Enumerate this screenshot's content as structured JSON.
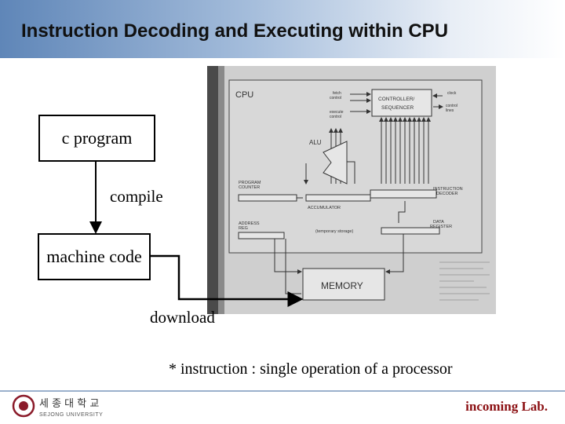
{
  "title": "Instruction Decoding and Executing within CPU",
  "flow": {
    "box1": "c program",
    "step1": "compile",
    "box2": "machine code",
    "step2": "download"
  },
  "cpu_figure": {
    "cpu": "CPU",
    "fetch_control": "fetch\ncontrol",
    "execute_control": "execute\ncontrol",
    "clock": "clock",
    "control_lines": "control\nlines",
    "controller_sequencer": "CONTROLLER/\nSEQUENCER",
    "alu": "ALU",
    "program_counter": "PROGRAM\nCOUNTER",
    "accumulator": "ACCUMULATOR",
    "instruction_decoder": "INSTRUCTION\nDECODER",
    "address_reg": "ADDRESS\nREG",
    "temporary_storage": "(temporary storage)",
    "data_register": "DATA\nREGISTER",
    "memory": "MEMORY"
  },
  "note": "* instruction : single operation of a processor",
  "footer": {
    "university_korean": "세 종 대 학 교",
    "university_english": "SEJONG UNIVERSITY",
    "lab": "incoming Lab."
  }
}
